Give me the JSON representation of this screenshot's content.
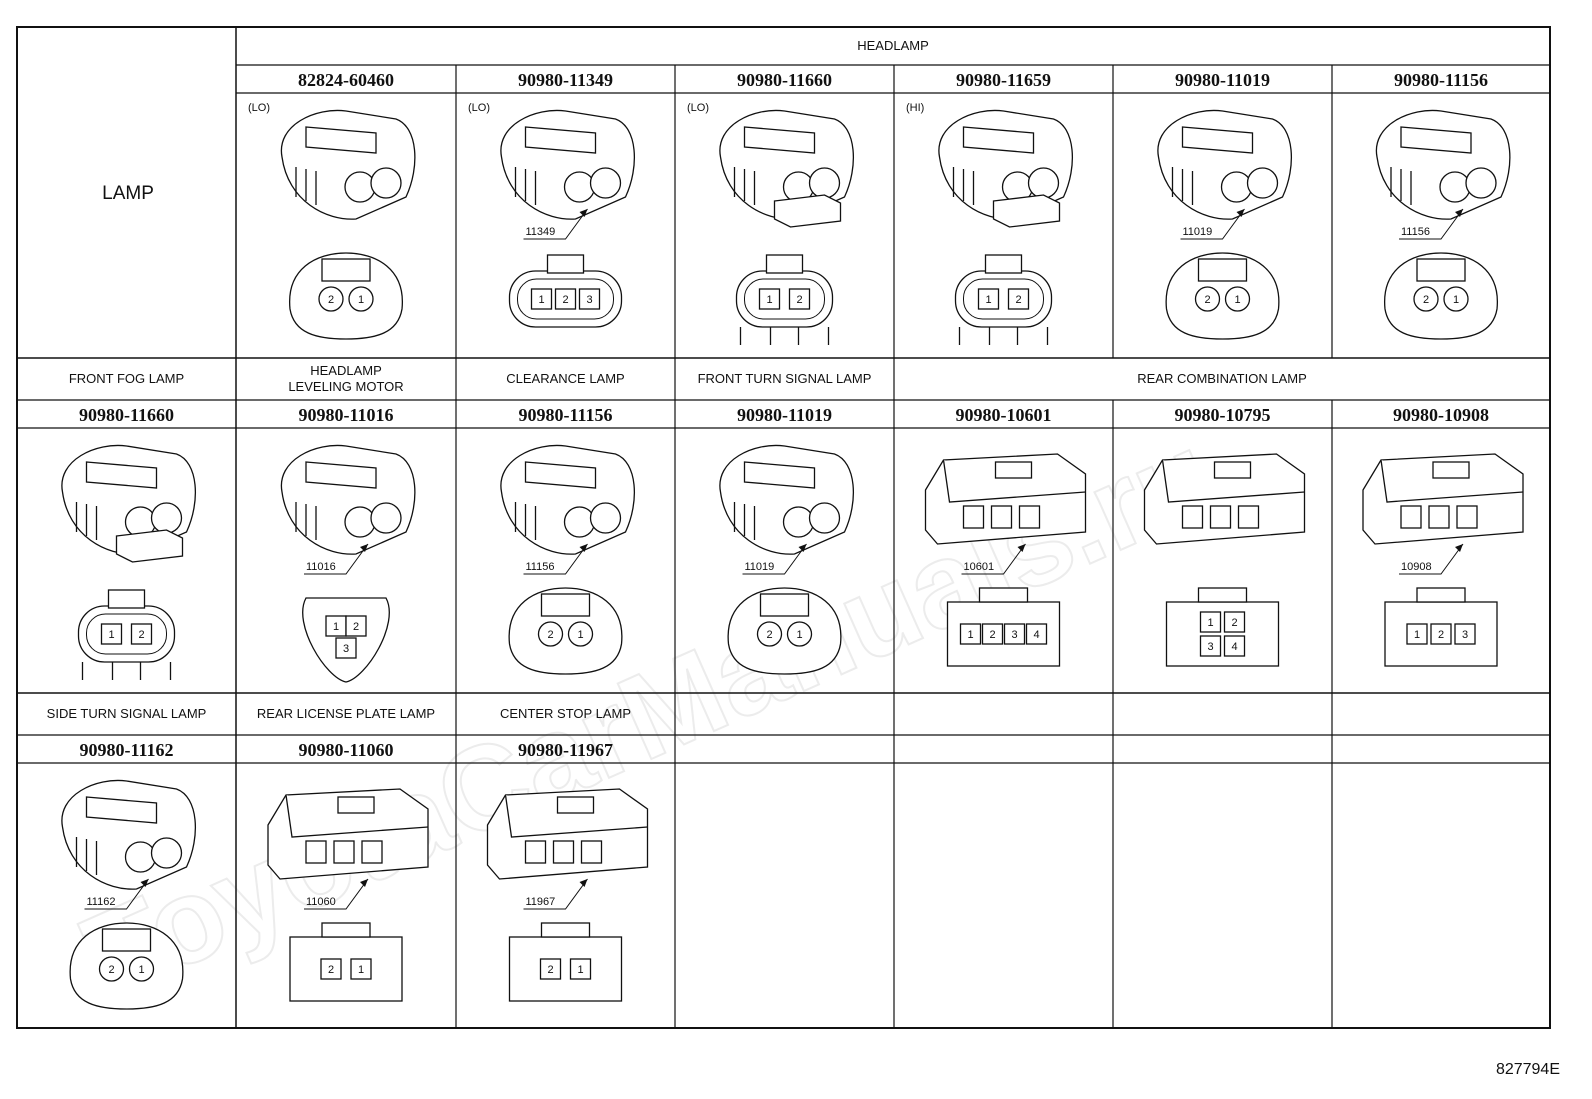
{
  "watermark": "ToyotaCarManuals.ru",
  "row_label": "LAMP",
  "figure_id": "827794E",
  "rows": [
    {
      "cells": [
        {
          "category": "HEADLAMP",
          "part_number": "82824-60460",
          "note": "(LO)",
          "callout": "",
          "pins": [
            "2",
            "1"
          ],
          "shape": "oval"
        },
        {
          "category": "",
          "part_number": "90980-11349",
          "note": "(LO)",
          "callout": "11349",
          "pins": [
            "1",
            "2",
            "3"
          ],
          "shape": "wide"
        },
        {
          "category": "",
          "part_number": "90980-11660",
          "note": "(LO)",
          "callout": "",
          "pins": [
            "1",
            "2"
          ],
          "shape": "clip"
        },
        {
          "category": "",
          "part_number": "90980-11659",
          "note": "(HI)",
          "callout": "",
          "pins": [
            "1",
            "2"
          ],
          "shape": "clip"
        },
        {
          "category": "",
          "part_number": "90980-11019",
          "note": "",
          "callout": "11019",
          "pins": [
            "2",
            "1"
          ],
          "shape": "round"
        },
        {
          "category": "",
          "part_number": "90980-11156",
          "note": "",
          "callout": "11156",
          "pins": [
            "2",
            "1"
          ],
          "shape": "round"
        }
      ]
    },
    {
      "cells": [
        {
          "category": "FRONT FOG LAMP",
          "part_number": "90980-11660",
          "note": "",
          "callout": "",
          "pins": [
            "1",
            "2"
          ],
          "shape": "clip"
        },
        {
          "category": "HEADLAMP\nLEVELING MOTOR",
          "part_number": "90980-11016",
          "note": "",
          "callout": "11016",
          "pins": [
            "1",
            "2",
            "3"
          ],
          "shape": "tri"
        },
        {
          "category": "CLEARANCE LAMP",
          "part_number": "90980-11156",
          "note": "",
          "callout": "11156",
          "pins": [
            "2",
            "1"
          ],
          "shape": "round"
        },
        {
          "category": "FRONT TURN SIGNAL LAMP",
          "part_number": "90980-11019",
          "note": "",
          "callout": "11019",
          "pins": [
            "2",
            "1"
          ],
          "shape": "round"
        },
        {
          "category": "REAR COMBINATION LAMP",
          "part_number": "90980-10601",
          "note": "",
          "callout": "10601",
          "pins": [
            "1",
            "2",
            "3",
            "4"
          ],
          "shape": "rect4"
        },
        {
          "category": "",
          "part_number": "90980-10795",
          "note": "",
          "callout": "",
          "pins": [
            "1",
            "2",
            "3",
            "4"
          ],
          "shape": "grid4"
        },
        {
          "category": "",
          "part_number": "90980-10908",
          "note": "",
          "callout": "10908",
          "pins": [
            "1",
            "2",
            "3"
          ],
          "shape": "rect3"
        }
      ]
    },
    {
      "cells": [
        {
          "category": "SIDE TURN SIGNAL LAMP",
          "part_number": "90980-11162",
          "note": "",
          "callout": "11162",
          "pins": [
            "2",
            "1"
          ],
          "shape": "round"
        },
        {
          "category": "REAR LICENSE PLATE LAMP",
          "part_number": "90980-11060",
          "note": "",
          "callout": "11060",
          "pins": [
            "2",
            "1"
          ],
          "shape": "clipped"
        },
        {
          "category": "CENTER STOP LAMP",
          "part_number": "90980-11967",
          "note": "",
          "callout": "11967",
          "pins": [
            "2",
            "1"
          ],
          "shape": "clipped"
        }
      ]
    }
  ]
}
